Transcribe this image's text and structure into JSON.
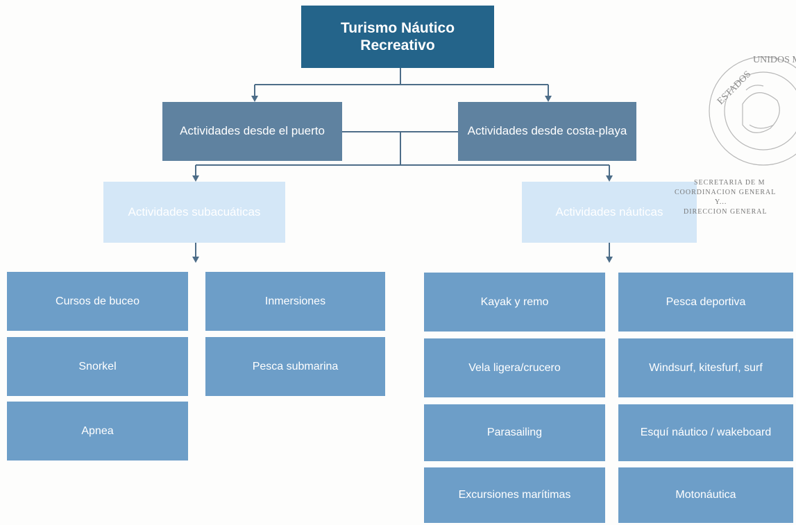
{
  "diagram": {
    "root": {
      "label": "Turismo Náutico Recreativo"
    },
    "level2": [
      {
        "label": "Actividades desde el puerto"
      },
      {
        "label": "Actividades desde costa-playa"
      }
    ],
    "level3": [
      {
        "label": "Actividades subacuáticas"
      },
      {
        "label": "Actividades náuticas"
      }
    ],
    "subacuaticas": [
      {
        "label": "Cursos de buceo"
      },
      {
        "label": "Inmersiones"
      },
      {
        "label": "Snorkel"
      },
      {
        "label": "Pesca submarina"
      },
      {
        "label": "Apnea"
      }
    ],
    "nauticas": [
      {
        "label": "Kayak y remo"
      },
      {
        "label": "Pesca deportiva"
      },
      {
        "label": "Vela ligera/crucero"
      },
      {
        "label": "Windsurf, kitesfurf, surf"
      },
      {
        "label": "Parasailing"
      },
      {
        "label": "Esquí náutico / wakeboard"
      },
      {
        "label": "Excursiones marítimas"
      },
      {
        "label": "Motonáutica"
      }
    ]
  },
  "stamp": {
    "seal_text": "ESTADOS UNIDOS M",
    "lines": [
      "SECRETARIA DE M",
      "COORDINACION GENERAL",
      "Y...",
      "DIRECCION GENERAL"
    ]
  },
  "colors": {
    "root": "#24648a",
    "level2": "#5f82a0",
    "level3": "#d4e7f7",
    "leaf": "#6d9ec8",
    "connector": "#4d6d88"
  }
}
